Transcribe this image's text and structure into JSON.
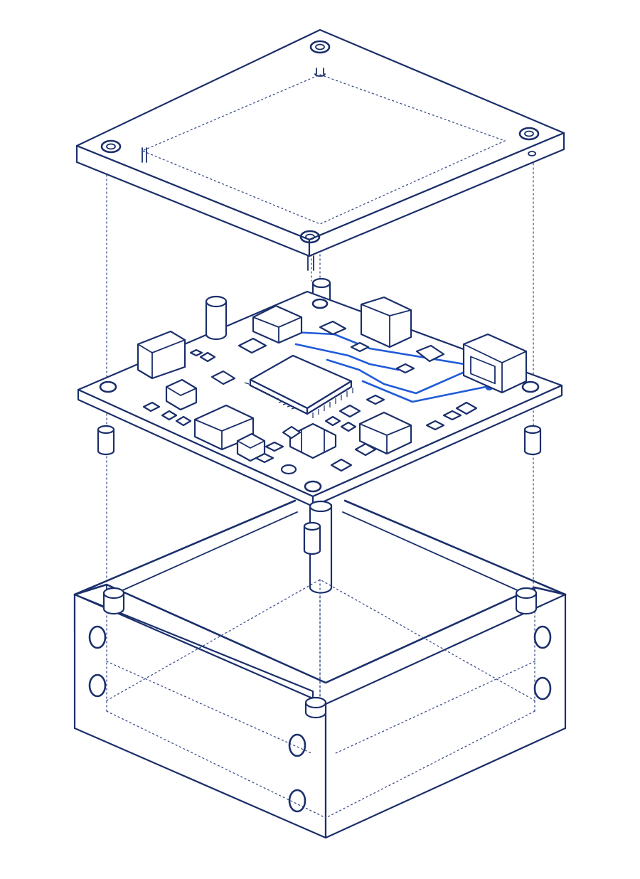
{
  "diagram": {
    "type": "exploded-isometric",
    "colors": {
      "outline": "#1a2f6b",
      "dashed_guides": "#3a4f8a",
      "traces": "#1f5bd8",
      "background": "#ffffff"
    },
    "parts": [
      "lid",
      "pcb",
      "standoffs",
      "base-enclosure"
    ]
  }
}
